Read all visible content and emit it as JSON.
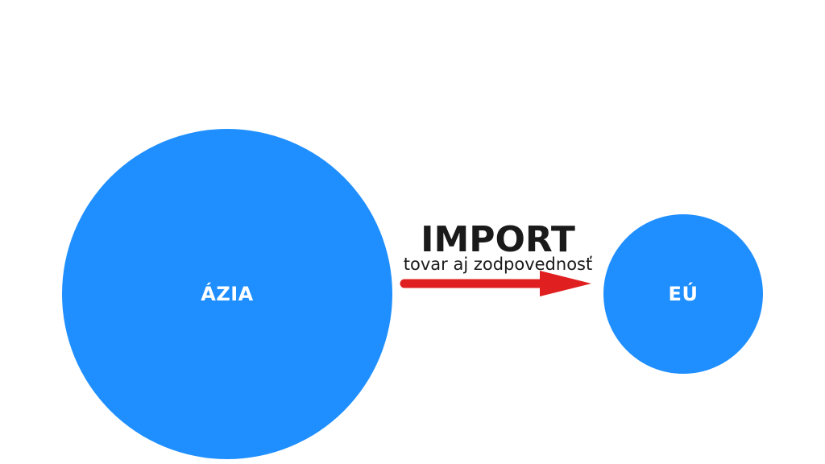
{
  "diagram": {
    "source_node": {
      "label": "ÁZIA"
    },
    "target_node": {
      "label": "EÚ"
    },
    "flow": {
      "title": "IMPORT",
      "subtitle": "tovar aj zodpovednosť",
      "direction": "source-to-target"
    }
  },
  "colors": {
    "node_fill": "#1f8fff",
    "node_text": "#ffffff",
    "arrow": "#e02020",
    "text": "#1a1a1a",
    "background": "#ffffff"
  }
}
